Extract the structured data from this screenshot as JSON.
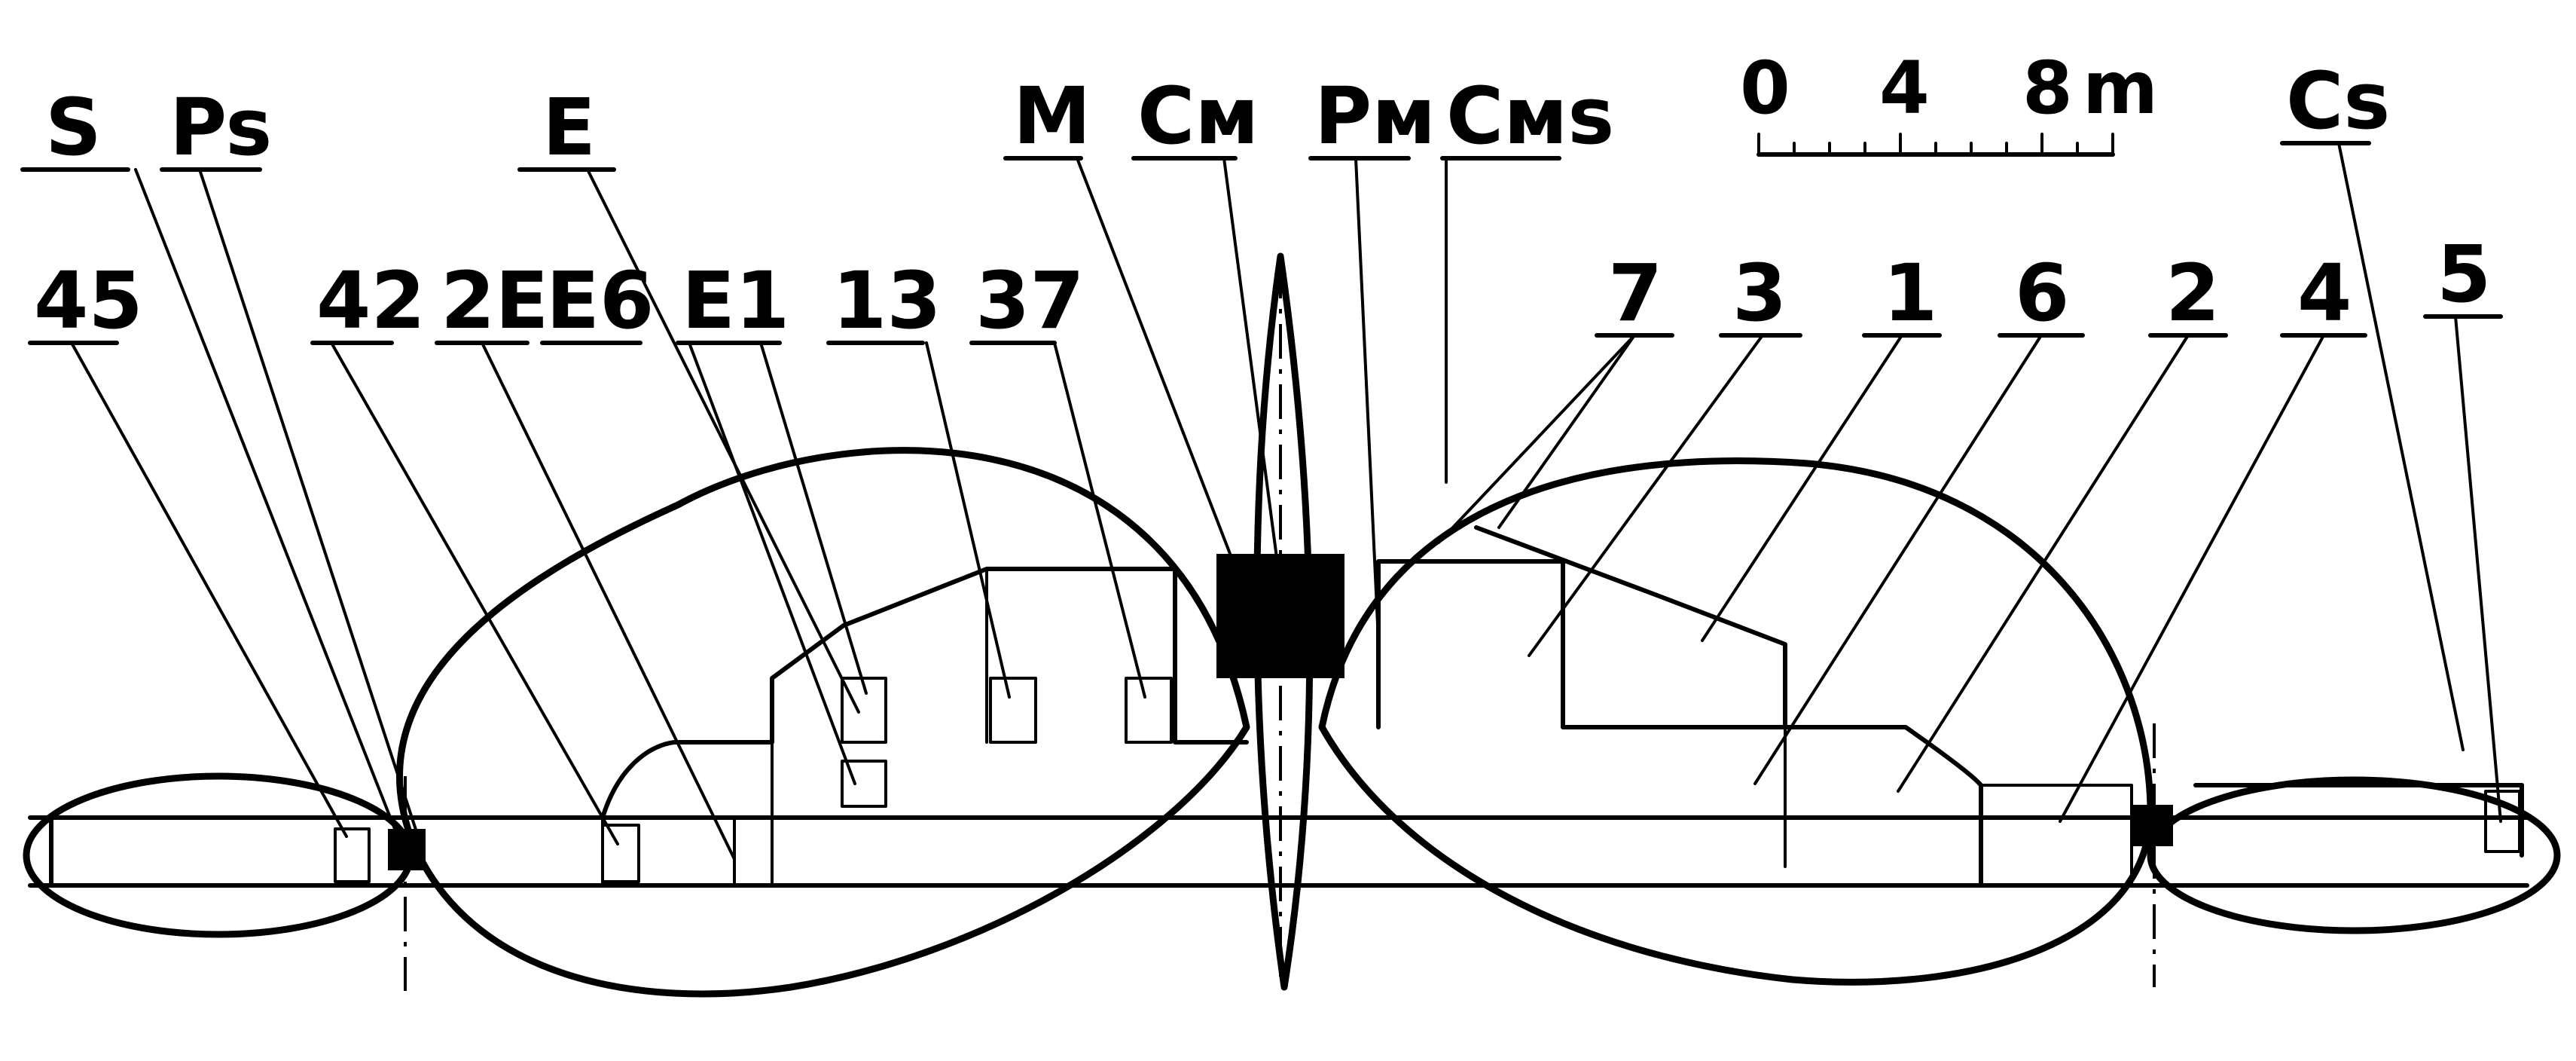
{
  "labels": {
    "S": "S",
    "Ps": "Ps",
    "E": "E",
    "M": "M",
    "Cm": "Cм",
    "Pm": "Pм",
    "Cms": "Cмs",
    "Cs": "Cs",
    "n45": "45",
    "n42": "42",
    "n2E": "2E",
    "E6": "E6",
    "E1": "E1",
    "n13": "13",
    "n37": "37",
    "n7": "7",
    "n3": "3",
    "n1": "1",
    "n6": "6",
    "n2": "2",
    "n4": "4",
    "n5": "5"
  },
  "scale_bar": {
    "ticks": [
      "0",
      "4",
      "8"
    ],
    "unit": "m"
  }
}
